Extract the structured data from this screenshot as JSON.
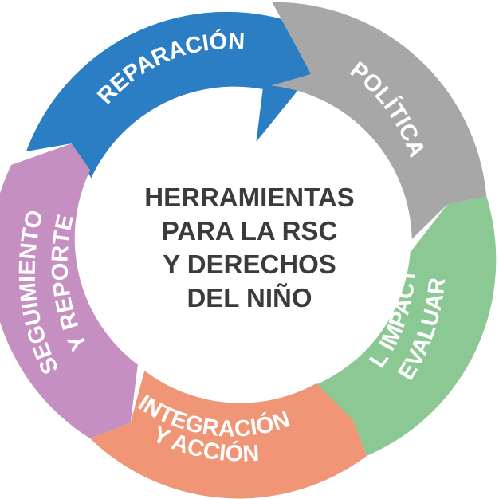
{
  "center": {
    "lines": [
      "HERRAMIENTAS",
      "PARA LA RSC",
      "Y DERECHOS",
      "DEL NIÑO"
    ]
  },
  "segments": [
    {
      "id": "reparacion",
      "color": "#2b7ec3",
      "lines": [
        "REPARACIÓN"
      ]
    },
    {
      "id": "politica",
      "color": "#a7a7a7",
      "lines": [
        "POLÍTICA"
      ]
    },
    {
      "id": "evaluar",
      "color": "#8cc894",
      "lines": [
        "EVALUAR",
        "EL IMPACTO"
      ]
    },
    {
      "id": "integracion",
      "color": "#f09576",
      "lines": [
        "INTEGRACIÓN",
        "Y ACCIÓN"
      ]
    },
    {
      "id": "seguimiento",
      "color": "#c68fc1",
      "lines": [
        "SEGUIMIENTO",
        "Y REPORTE"
      ]
    }
  ]
}
